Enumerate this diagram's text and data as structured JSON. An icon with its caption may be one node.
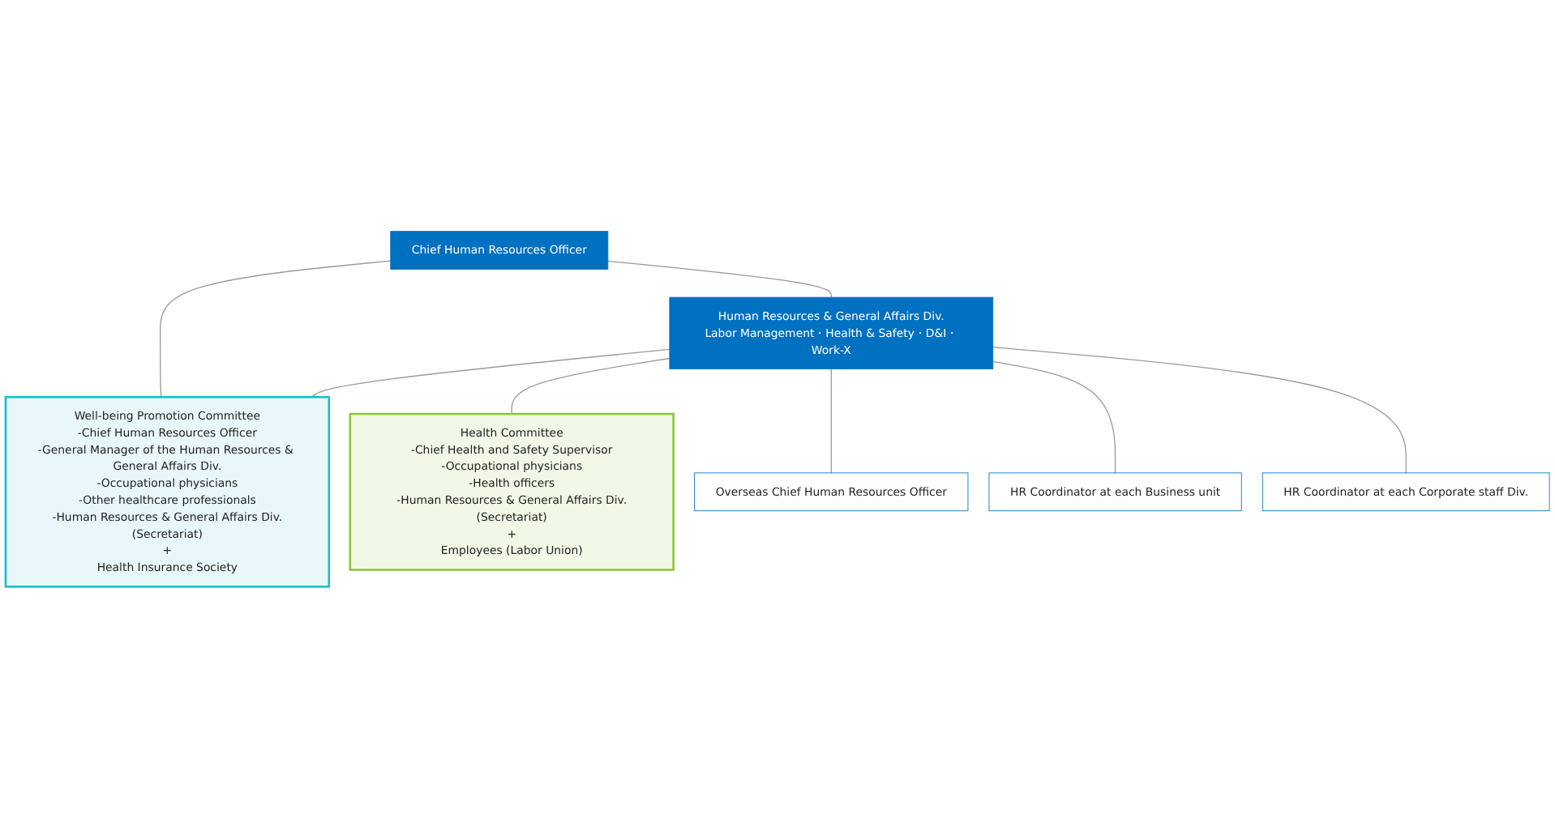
{
  "diagram": {
    "nodes": [
      {
        "text": [
          "Chief Human Resources Officer"
        ]
      },
      {
        "text": [
          "Well-being Promotion Committee",
          "-Chief Human Resources Officer",
          "-General Manager of the Human Resources & General Affairs Div.",
          "-Occupational physicians",
          "-Other healthcare professionals",
          "-Human Resources & General Affairs Div.(Secretariat)",
          "+",
          "Health Insurance Society"
        ]
      },
      {
        "text": [
          "Human Resources & General Affairs Div.",
          "Labor Management・Health & Safety・D&I・Work-X"
        ]
      },
      {
        "text": [
          "Health Committee",
          "-Chief Health and Safety Supervisor",
          "-Occupational physicians",
          "-Health officers",
          "-Human Resources & General Affairs Div.(Secretariat)",
          "+",
          "Employees (Labor Union)"
        ]
      },
      {
        "text": [
          "Overseas Chief Human Resources Officer"
        ]
      },
      {
        "text": [
          "HR Coordinator at each Business unit"
        ]
      },
      {
        "text": [
          "HR Coordinator at each Corporate staff Div."
        ]
      }
    ],
    "edges": [
      {
        "from": 0,
        "to": 1,
        "arrow": "none"
      },
      {
        "from": 0,
        "to": 2,
        "arrow": "none"
      },
      {
        "from": 2,
        "to": 1,
        "arrow": "none"
      },
      {
        "from": 2,
        "to": 3,
        "arrow": "none"
      },
      {
        "from": 2,
        "to": 4,
        "arrow": "none"
      },
      {
        "from": 2,
        "to": 5,
        "arrow": "none"
      },
      {
        "from": 2,
        "to": 6,
        "arrow": "none"
      }
    ]
  }
}
